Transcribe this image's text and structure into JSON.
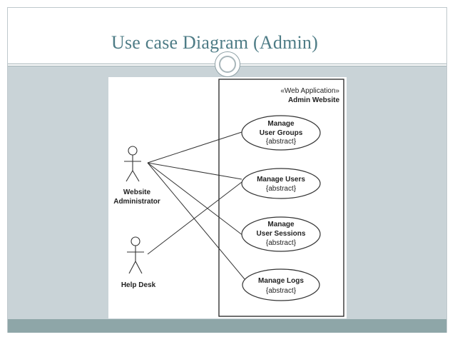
{
  "slide": {
    "title": "Use case Diagram (Admin)"
  },
  "diagram": {
    "system": {
      "stereotype": "«Web Application»",
      "name": "Admin Website"
    },
    "actors": [
      {
        "label_line1": "Website",
        "label_line2": "Administrator"
      },
      {
        "label_line1": "Help Desk"
      }
    ],
    "use_cases": [
      {
        "line1": "Manage",
        "line2": "User Groups",
        "line3": "{abstract}"
      },
      {
        "line1": "Manage Users",
        "line2": "{abstract}"
      },
      {
        "line1": "Manage",
        "line2": "User Sessions",
        "line3": "{abstract}"
      },
      {
        "line1": "Manage Logs",
        "line2": "{abstract}"
      }
    ]
  },
  "colors": {
    "title": "#4e7c86",
    "content_background": "#c9d3d7",
    "footer_band": "#8ea6a8"
  }
}
